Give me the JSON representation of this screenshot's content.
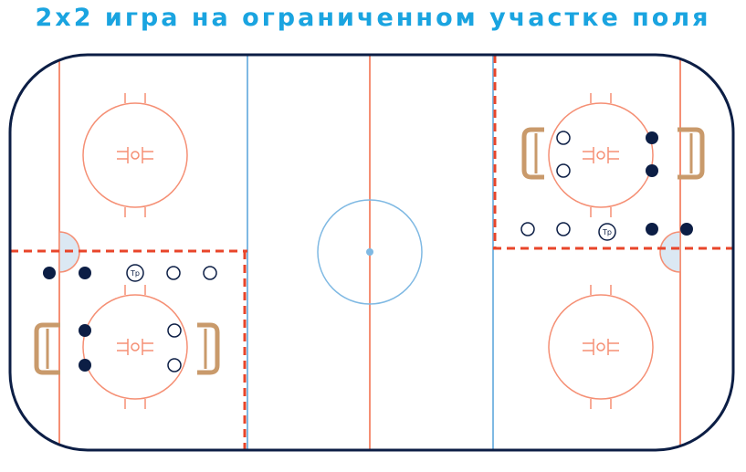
{
  "title": "2х2 игра на ограниченном участке поля",
  "trainer_label": "Тр",
  "colors": {
    "title": "#1aa4e0",
    "board": "#0c1e45",
    "red_line": "#f58f74",
    "blue_line": "#7fb9e3",
    "divider": "#e8452a",
    "goal": "#c99a6b",
    "crease": "#dbe8f3",
    "player_dark": "#0c1e45"
  },
  "players": {
    "left_zone": {
      "attackers": 4,
      "defenders": 4,
      "trainers": 1
    },
    "right_zone": {
      "attackers": 4,
      "defenders": 4,
      "trainers": 1
    }
  }
}
